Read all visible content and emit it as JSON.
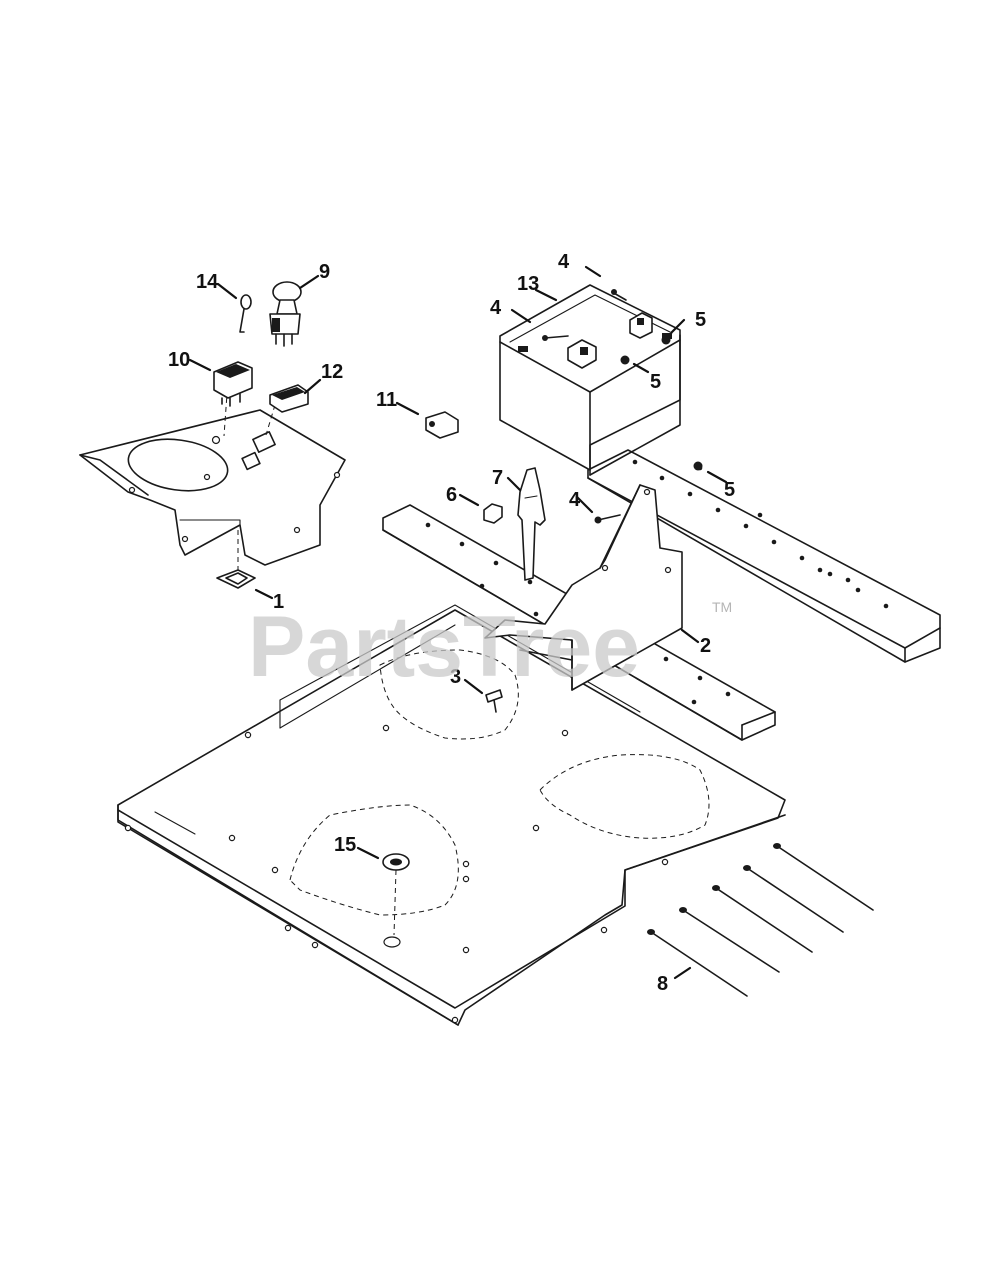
{
  "watermark": {
    "text": "PartsTree",
    "trademark": "TM"
  },
  "callouts": [
    "1",
    "2",
    "3",
    "4",
    "4",
    "4",
    "5",
    "5",
    "5",
    "6",
    "7",
    "8",
    "9",
    "10",
    "11",
    "12",
    "13",
    "14",
    "15"
  ]
}
